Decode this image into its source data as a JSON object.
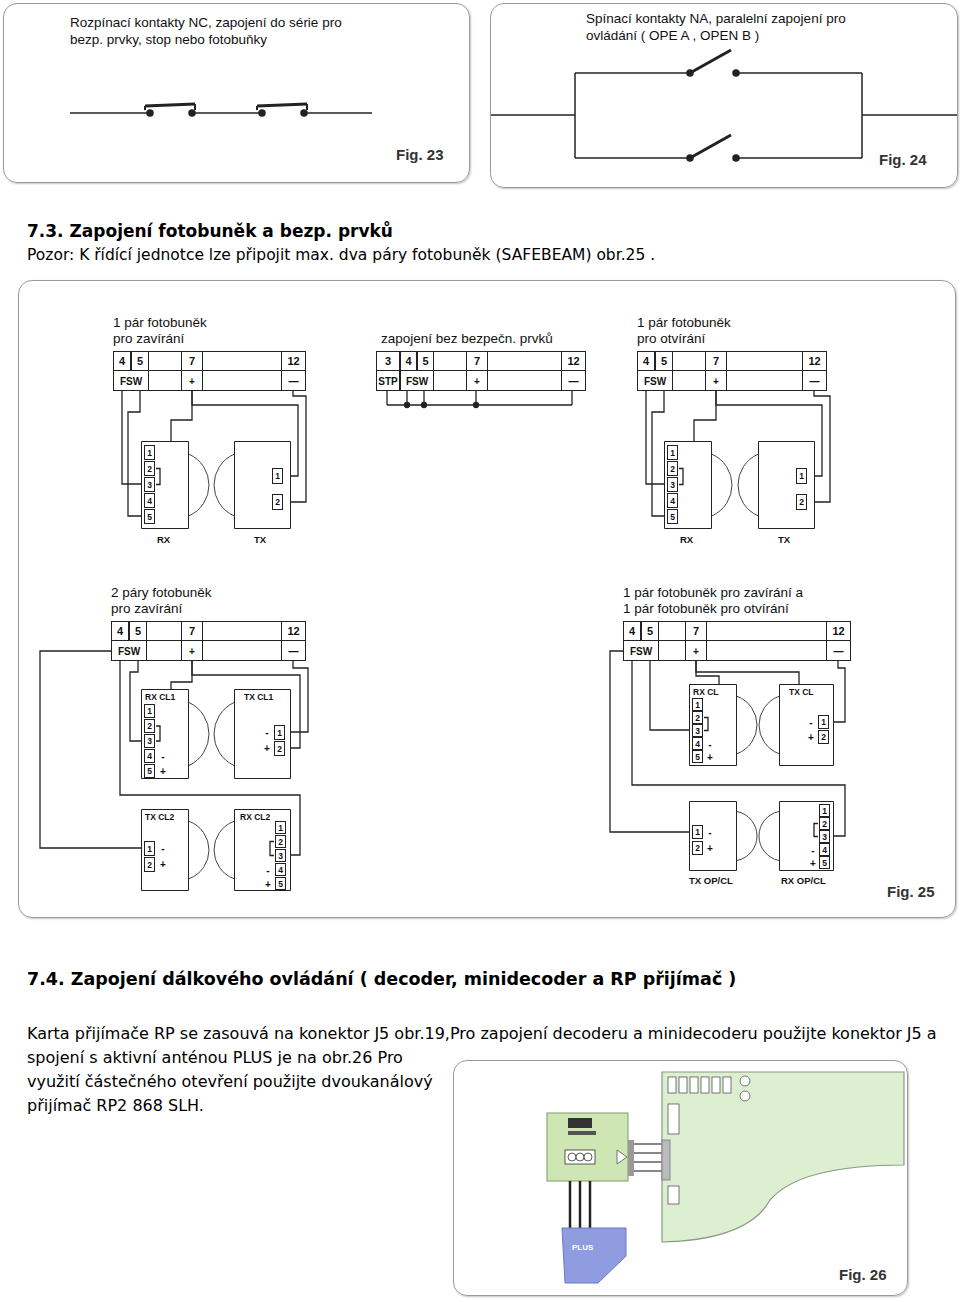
{
  "diagram": {
    "nodes": [
      {
        "text": [
          "Rozpínací kontakty NC, zapojení do série pro bezp. prvky, stop nebo fotobuňky",
          "Fig. 23"
        ]
      },
      {
        "text": [
          "Spínací kontakty NA, paralelní zapojení pro ovládání ( OPE A , OPEN B )",
          "Fig. 24"
        ]
      },
      {
        "text": [
          "Fig. 25"
        ]
      },
      {
        "text": [
          "1 pár fotobuněk pro zavírání",
          "4",
          "5",
          "7",
          "12",
          "FSW",
          "+",
          "—"
        ],
        "in": 2
      },
      {
        "text": [
          "1",
          "2",
          "3",
          "4",
          "5",
          "RX"
        ],
        "in": 2
      },
      {
        "text": [
          "1",
          "2",
          "TX"
        ],
        "in": 2
      },
      {
        "text": [
          "zapojení bez bezpečn. prvků",
          "3",
          "4",
          "5",
          "7",
          "12",
          "STP",
          "FSW",
          "+",
          "—"
        ],
        "in": 2
      },
      {
        "text": [
          "1 pár fotobuněk pro otvírání",
          "4",
          "5",
          "7",
          "12",
          "FSW",
          "+",
          "—"
        ],
        "in": 2
      },
      {
        "text": [
          "1",
          "2",
          "3",
          "4",
          "5",
          "RX"
        ],
        "in": 2
      },
      {
        "text": [
          "1",
          "2",
          "TX"
        ],
        "in": 2
      },
      {
        "text": [
          "2 páry fotobuněk pro zavírání",
          "4",
          "5",
          "7",
          "12",
          "FSW",
          "+",
          "—"
        ],
        "in": 2
      },
      {
        "text": [
          "RX CL1",
          "1",
          "2",
          "3",
          "4",
          "5",
          "-",
          "+"
        ],
        "in": 2
      },
      {
        "text": [
          "TX CL1",
          "-",
          "+",
          "1",
          "2"
        ],
        "in": 2
      },
      {
        "text": [
          "TX CL2",
          "1",
          "2",
          "-",
          "+"
        ],
        "in": 2
      },
      {
        "text": [
          "RX CL2",
          "1",
          "2",
          "3",
          "4",
          "5",
          "-",
          "+"
        ],
        "in": 2
      },
      {
        "text": [
          "1 pár fotobuněk pro zavírání a 1 pár fotobuněk pro otvírání",
          "4",
          "5",
          "7",
          "12",
          "FSW",
          "+",
          "—"
        ],
        "in": 2
      },
      {
        "text": [
          "RX CL",
          "1",
          "2",
          "3",
          "4",
          "5",
          "-",
          "+"
        ],
        "in": 2
      },
      {
        "text": [
          "TX CL",
          "-",
          "+",
          "1",
          "2"
        ],
        "in": 2
      },
      {
        "text": [
          "1",
          "2",
          "-",
          "+",
          "TX OP/CL"
        ],
        "in": 2
      },
      {
        "text": [
          "1",
          "2",
          "3",
          "4",
          "5",
          "-",
          "+",
          "RX OP/CL"
        ],
        "in": 2
      },
      {
        "text": [
          "Fig. 26"
        ]
      }
    ],
    "edges": [
      {
        "from": 3,
        "to": 4,
        "arrow": "none"
      },
      {
        "from": 3,
        "to": 4,
        "arrow": "none"
      },
      {
        "from": 3,
        "to": 5,
        "arrow": "none"
      },
      {
        "from": 3,
        "to": 4,
        "arrow": "none"
      },
      {
        "from": 3,
        "to": 5,
        "arrow": "none"
      },
      {
        "from": 7,
        "to": 8,
        "arrow": "none"
      },
      {
        "from": 7,
        "to": 8,
        "arrow": "none"
      },
      {
        "from": 7,
        "to": 9,
        "arrow": "none"
      },
      {
        "from": 7,
        "to": 8,
        "arrow": "none"
      },
      {
        "from": 7,
        "to": 9,
        "arrow": "none"
      },
      {
        "from": 10,
        "to": 11,
        "arrow": "none"
      },
      {
        "from": 10,
        "to": 14,
        "arrow": "none"
      },
      {
        "from": 10,
        "to": 12,
        "arrow": "none"
      },
      {
        "from": 10,
        "to": 11,
        "arrow": "none"
      },
      {
        "from": 10,
        "to": 12,
        "arrow": "none"
      },
      {
        "from": 10,
        "to": 13,
        "arrow": "none"
      },
      {
        "from": 15,
        "to": 16,
        "arrow": "none"
      },
      {
        "from": 15,
        "to": 19,
        "arrow": "none"
      },
      {
        "from": 15,
        "to": 17,
        "arrow": "none"
      },
      {
        "from": 15,
        "to": 16,
        "arrow": "none"
      },
      {
        "from": 15,
        "to": 17,
        "arrow": "none"
      },
      {
        "from": 15,
        "to": 18,
        "arrow": "none"
      }
    ],
    "labels": [
      "7.3. Zapojení fotobuněk a bezp. prvků",
      "Pozor: K řídící jednotce lze připojit max. dva páry fotobuněk (SAFEBEAM) obr.25 .",
      "7.4. Zapojení dálkového ovládání ( decoder, minidecoder a RP přijímač )",
      "Karta přijímače RP se zasouvá na konektor J5 obr.19,Pro zapojení decoderu a minidecoderu použijte konektor J5 a spojení s aktivní anténou PLUS je na obr.26 Pro využití částečného otevření použijte dvoukanálový přijímač RP2 868 SLH.",
      "PLUS"
    ]
  }
}
